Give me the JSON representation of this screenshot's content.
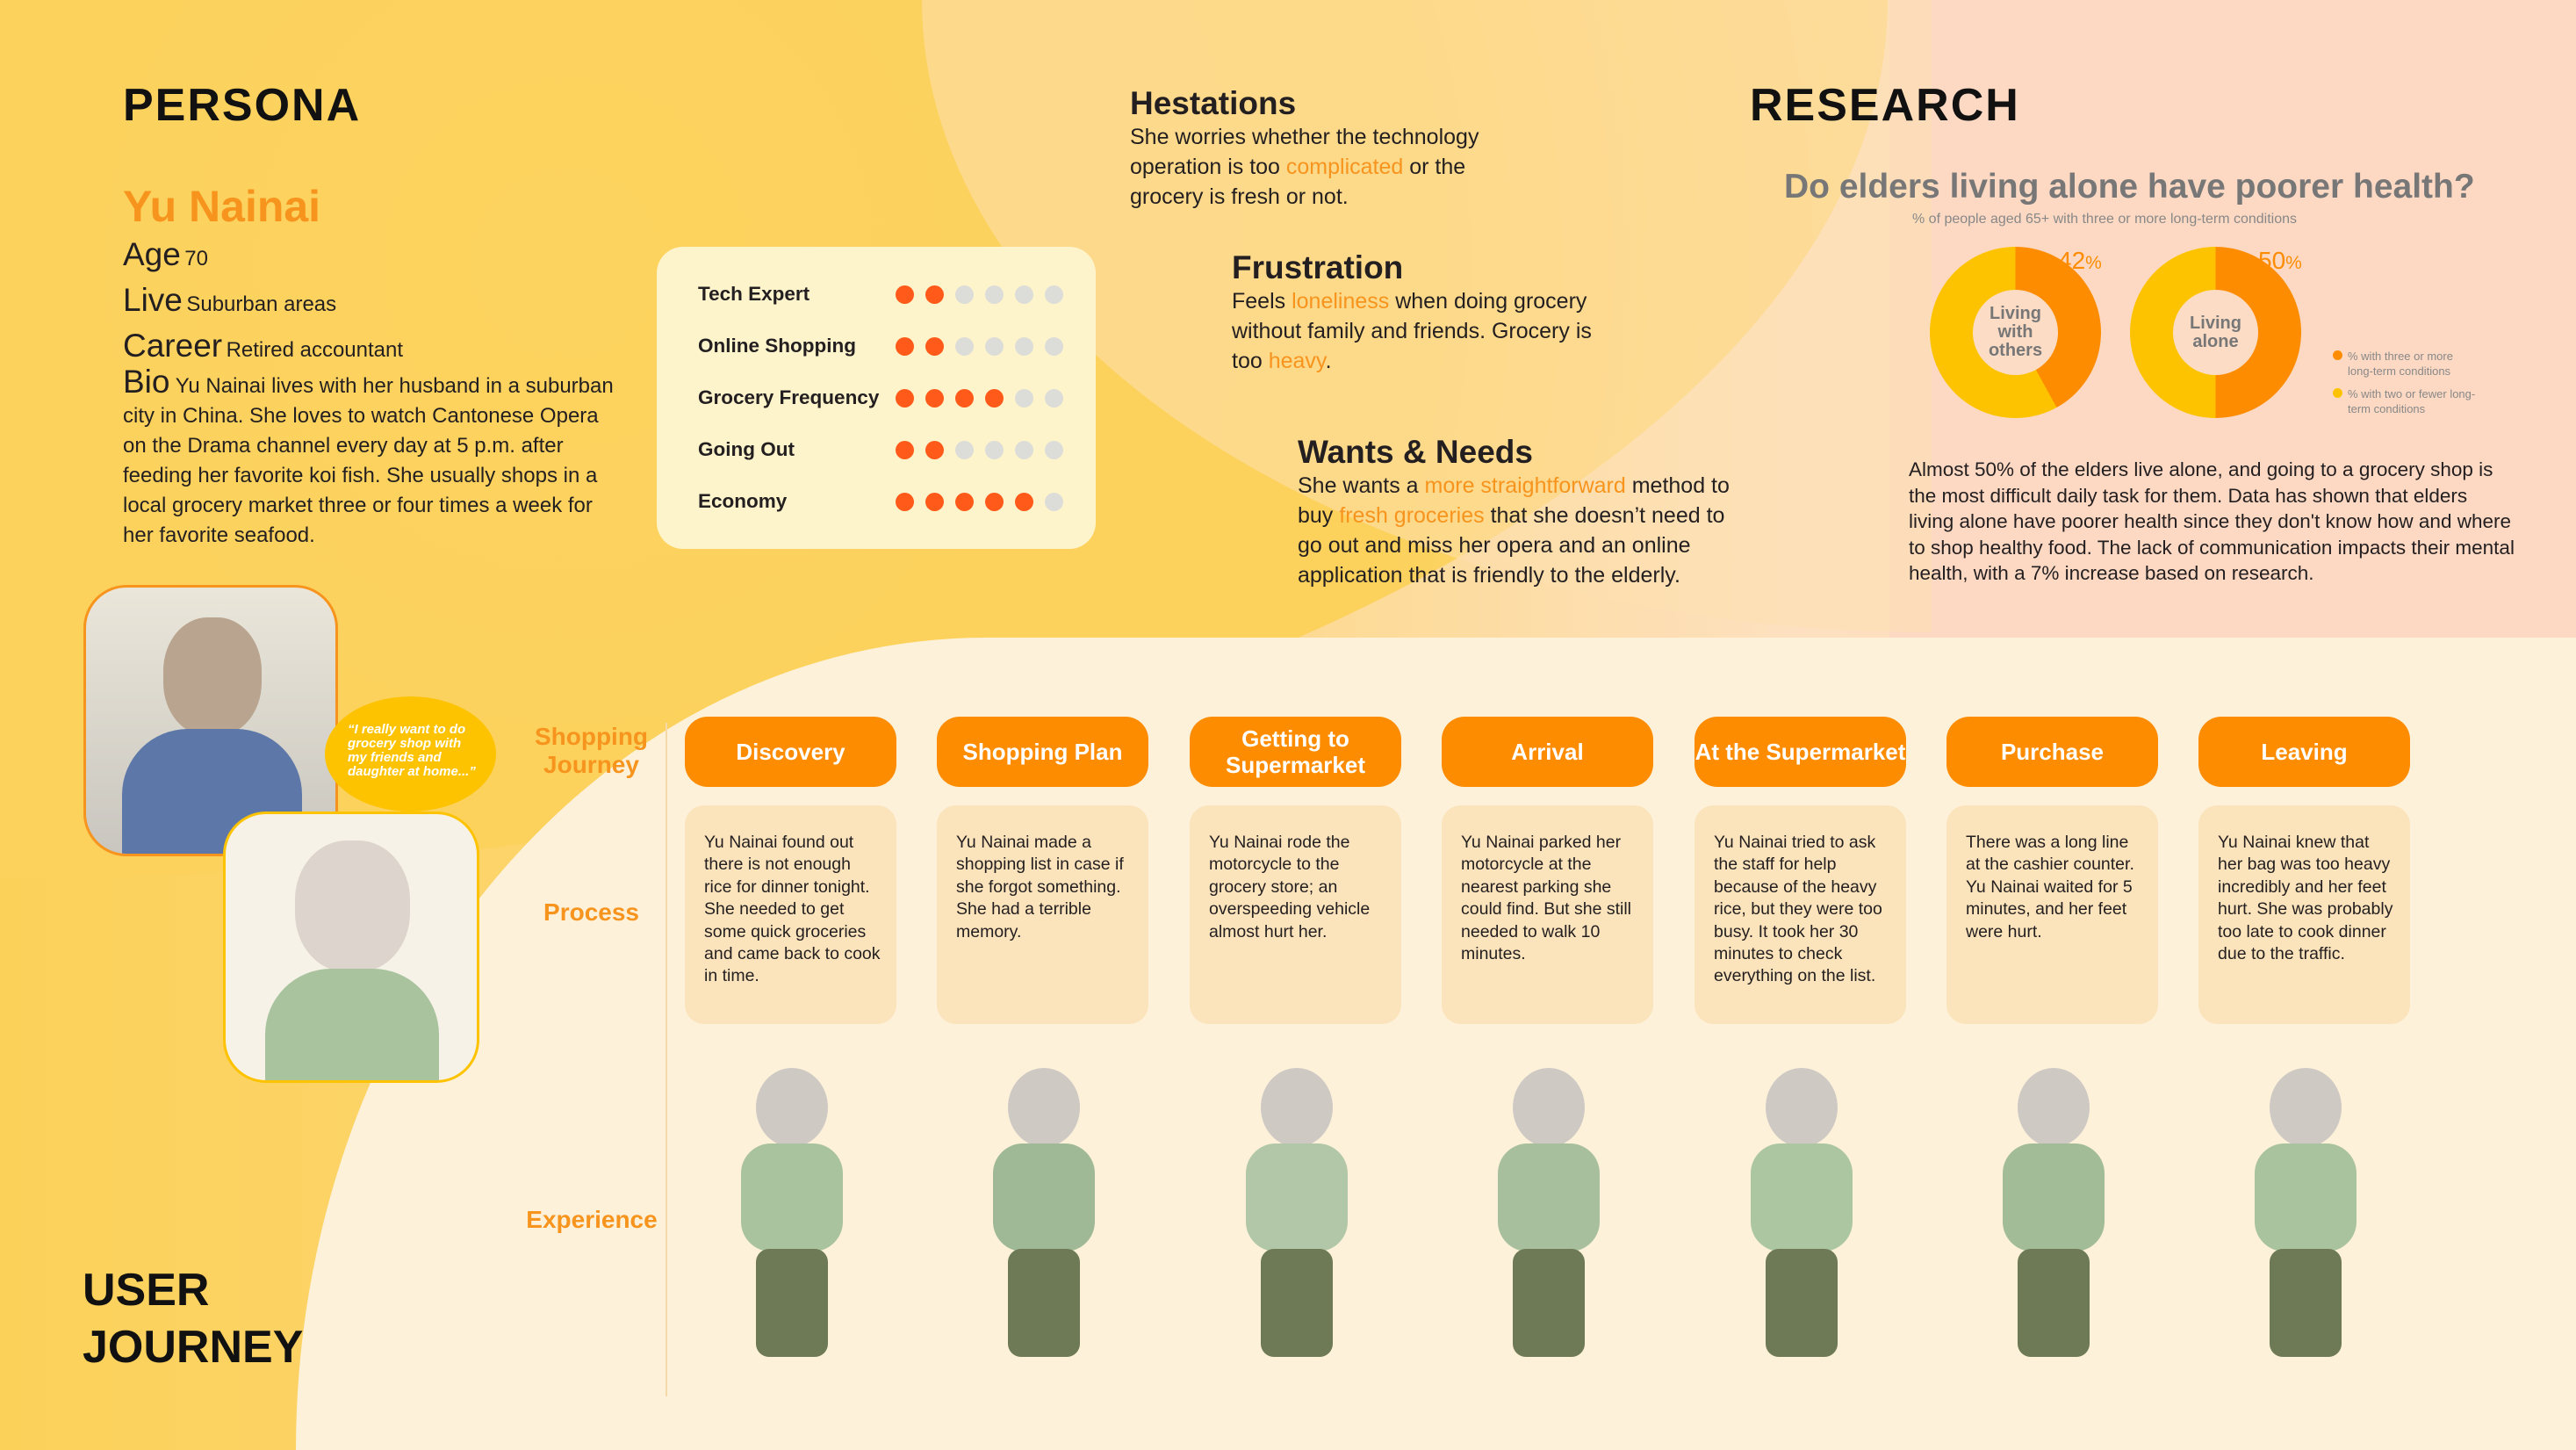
{
  "persona": {
    "heading": "PERSONA",
    "name": "Yu Nainai",
    "age_label": "Age",
    "age": "70",
    "live_label": "Live",
    "live": "Suburban areas",
    "career_label": "Career",
    "career": "Retired accountant",
    "bio_label": "Bio",
    "bio": "Yu Nainai lives with her husband in a suburban city in China. She loves to watch Cantonese Opera on the Drama channel every day at 5 p.m. after feeding her favorite koi fish. She usually shops in a local grocery market three or four times a week for her favorite seafood.",
    "quote": "“I really want to do grocery shop with my friends and daughter at home...”"
  },
  "traits": [
    {
      "label": "Tech Expert",
      "value": 2,
      "max": 6
    },
    {
      "label": "Online Shopping",
      "value": 2,
      "max": 6
    },
    {
      "label": "Grocery Frequency",
      "value": 4,
      "max": 6
    },
    {
      "label": "Going Out",
      "value": 2,
      "max": 6
    },
    {
      "label": "Economy",
      "value": 5,
      "max": 6
    }
  ],
  "hesitations": {
    "title": "Hestations",
    "t1": "She worries whether the technology operation is too ",
    "hl": "complicated",
    "t2": " or the grocery is fresh or not."
  },
  "frustration": {
    "title": "Frustration",
    "t1": "Feels ",
    "hl1": "loneliness",
    "t2": " when doing grocery without family and friends. Grocery is too ",
    "hl2": "heavy",
    "t3": "."
  },
  "wants": {
    "title": "Wants & Needs",
    "t1": "She wants a ",
    "hl1": "more straightforward",
    "t2": " method to buy ",
    "hl2": "fresh groceries",
    "t3": " that she doesn’t need to go out and miss her opera and an online application that is friendly to the elderly."
  },
  "research": {
    "heading": "RESEARCH",
    "paragraph": "Almost 50% of the elders live alone, and going to a grocery shop is the most difficult daily task for them. Data has shown that elders living alone have poorer health since they don't know how and where to shop healthy food. The lack of communication impacts their mental health, with a 7% increase based on research."
  },
  "chart_data": {
    "type": "pie",
    "title": "Do elders living alone have poorer health?",
    "subtitle": "% of people aged 65+ with three or more long-term conditions",
    "charts": [
      {
        "label": "Living with others",
        "value": 42,
        "value_label": "42",
        "unit": "%"
      },
      {
        "label": "Living alone",
        "value": 50,
        "value_label": "50",
        "unit": "%"
      }
    ],
    "legend": [
      "% with three or more long-term conditions",
      "% with two or fewer long-term conditions"
    ],
    "colors": [
      "#fd8c00",
      "#fdc300"
    ]
  },
  "journey": {
    "heading1": "USER",
    "heading2": "JOURNEY",
    "row_labels": {
      "journey": "Shopping Journey",
      "process": "Process",
      "experience": "Experience"
    },
    "stages": [
      {
        "title": "Discovery",
        "process": "Yu Nainai found out there is not enough rice for dinner tonight. She needed to get some quick groceries and came back to cook in time."
      },
      {
        "title": "Shopping Plan",
        "process": "Yu Nainai made a shopping list in case if she forgot something. She had a terrible memory."
      },
      {
        "title": "Getting to Supermarket",
        "process": "Yu Nainai rode the motorcycle to the grocery store; an overspeeding vehicle almost hurt her."
      },
      {
        "title": "Arrival",
        "process": "Yu Nainai parked her motorcycle at the nearest parking she could find. But she still needed to walk 10 minutes."
      },
      {
        "title": "At the Supermarket",
        "process": "Yu Nainai tried to ask the staff for help because of the heavy rice, but they were too busy. It took her 30 minutes to check everything on the list."
      },
      {
        "title": "Purchase",
        "process": "There was a long line at the cashier counter. Yu Nainai waited for 5 minutes, and her feet were hurt."
      },
      {
        "title": "Leaving",
        "process": "Yu Nainai knew that her bag was too heavy incredibly and her feet hurt. She was probably too late to cook dinner due to the traffic."
      }
    ]
  }
}
